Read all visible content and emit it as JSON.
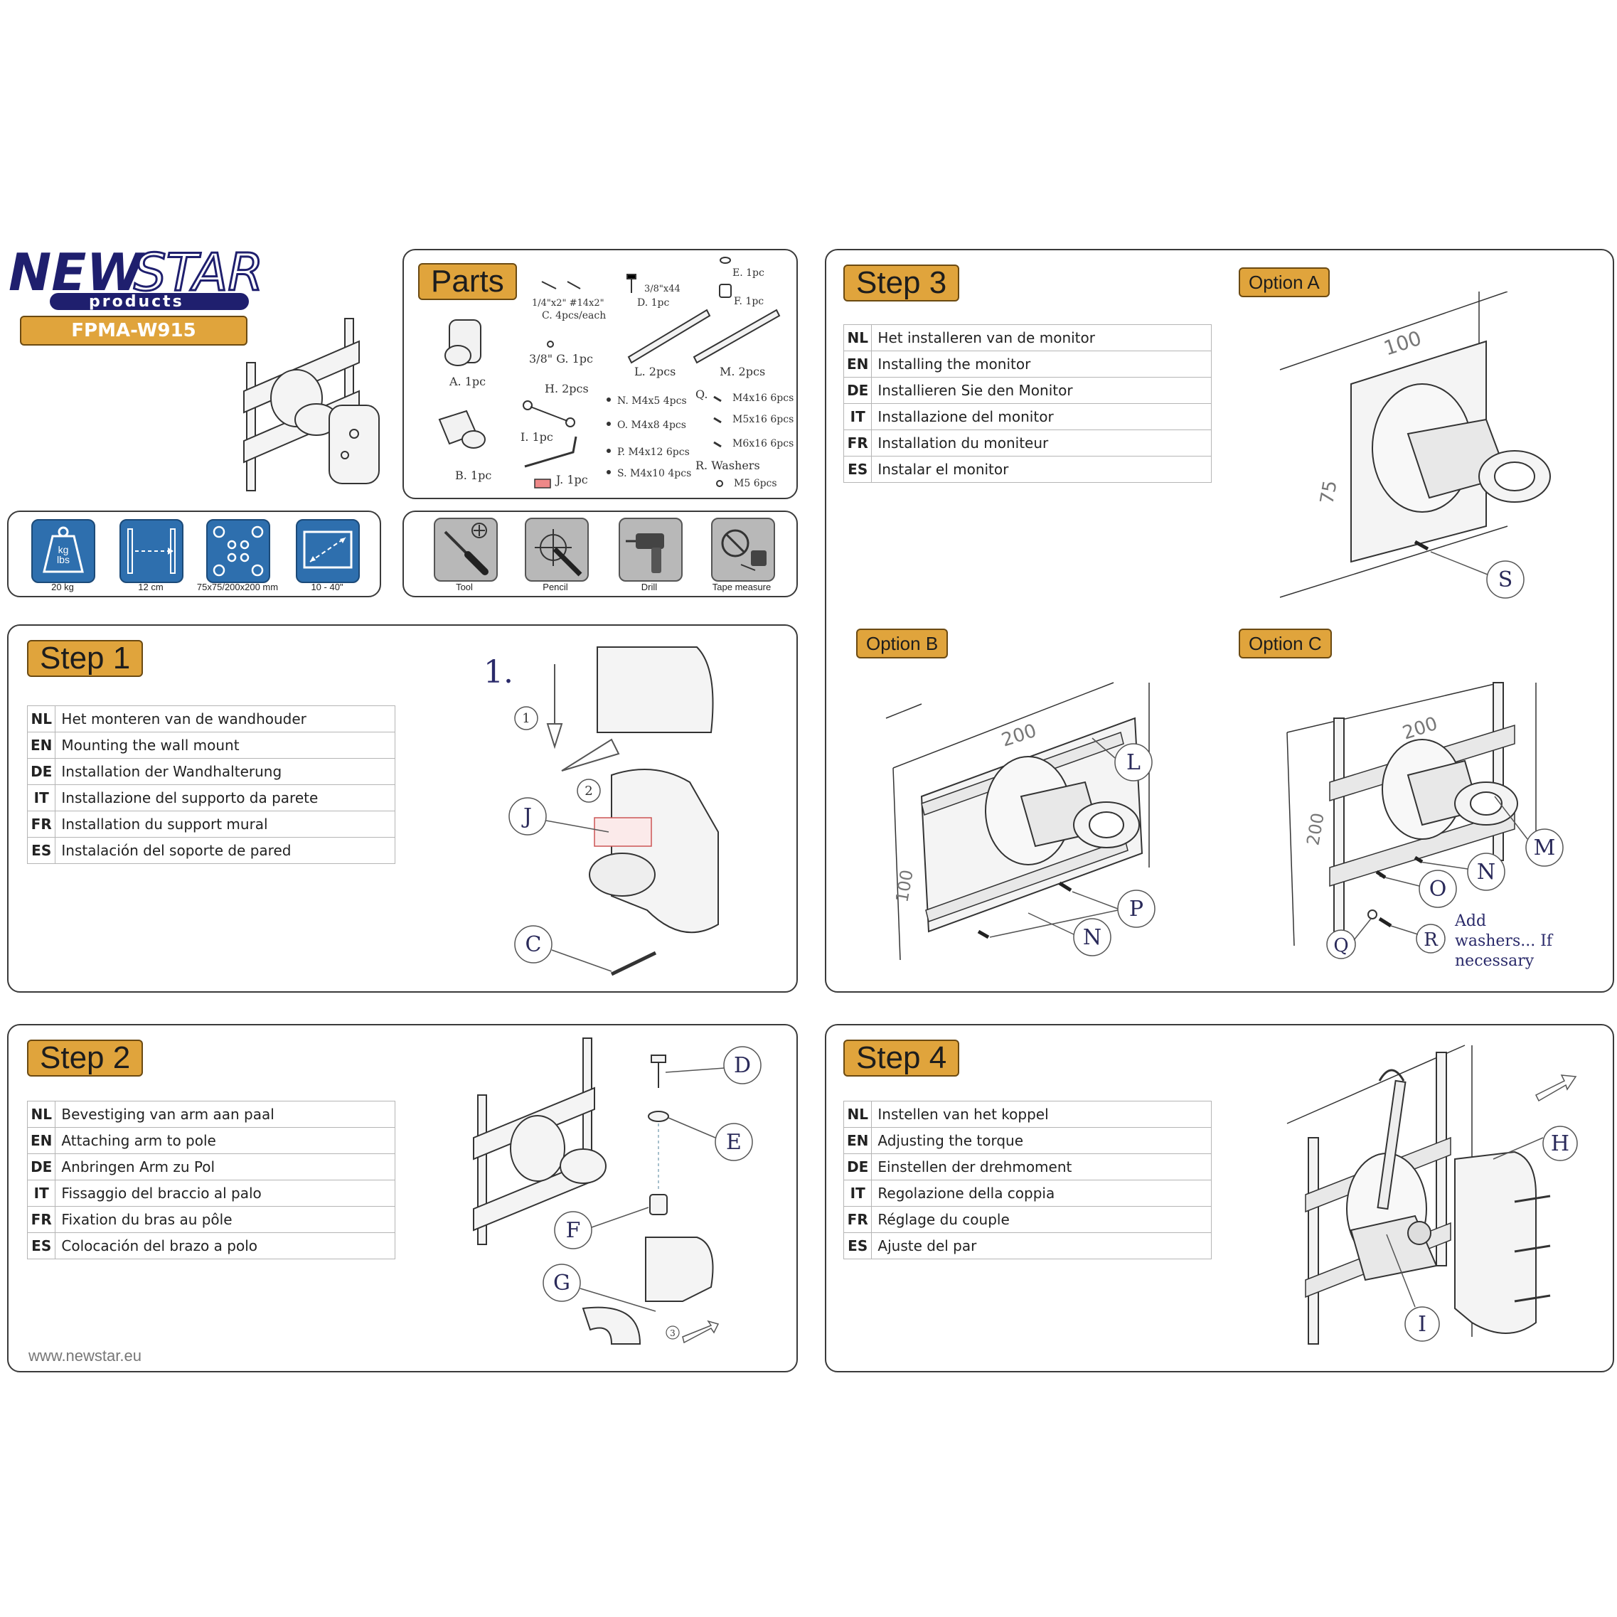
{
  "brand": {
    "logo_text_new": "NEW",
    "logo_text_star": "STAR",
    "logo_sub": "products",
    "model": "FPMA-W915",
    "website": "www.newstar.eu"
  },
  "specs": [
    {
      "label": "20 kg",
      "icon": "weight-icon",
      "icon_text": "kg lbs"
    },
    {
      "label": "12 cm",
      "icon": "distance-icon"
    },
    {
      "label": "75x75/200x200 mm",
      "icon": "vesa-holes-icon"
    },
    {
      "label": "10 - 40\"",
      "icon": "screen-size-icon"
    }
  ],
  "parts": {
    "title": "Parts",
    "items": {
      "a": "A. 1pc",
      "b": "B. 1pc",
      "c_sizes": "1/4\"x2\"  #14x2\"",
      "c": "C. 4pcs/each",
      "d_size": "3/8\"x44",
      "d": "D. 1pc",
      "e": "E. 1pc",
      "f": "F. 1pc",
      "g": "3/8\"  G. 1pc",
      "h": "H. 2pcs",
      "i": "I. 1pc",
      "j": "J. 1pc",
      "l": "L. 2pcs",
      "m": "M. 2pcs",
      "n": "N. M4x5   4pcs",
      "o": "O. M4x8   4pcs",
      "p": "P. M4x12  6pcs",
      "s": "S. M4x10  4pcs",
      "q_label": "Q.",
      "q1": "M4x16  6pcs",
      "q2": "M5x16  6pcs",
      "q3": "M6x16  6pcs",
      "r": "R. Washers",
      "r_size": "M5  6pcs"
    }
  },
  "tools": [
    {
      "label": "Tool",
      "icon": "screwdriver-icon"
    },
    {
      "label": "Pencil",
      "icon": "pencil-icon"
    },
    {
      "label": "Drill",
      "icon": "drill-icon"
    },
    {
      "label": "Tape measure",
      "icon": "tape-measure-icon"
    }
  ],
  "step1": {
    "title": "Step 1",
    "rows": [
      {
        "code": "NL",
        "text": "Het monteren van de wandhouder"
      },
      {
        "code": "EN",
        "text": "Mounting the wall mount"
      },
      {
        "code": "DE",
        "text": "Installation der Wandhalterung"
      },
      {
        "code": "IT",
        "text": "Installazione del supporto da parete"
      },
      {
        "code": "FR",
        "text": "Installation du support mural"
      },
      {
        "code": "ES",
        "text": "Instalación del soporte de pared"
      }
    ],
    "diagram": {
      "number": "1.",
      "c1": "1",
      "c2": "2",
      "j": "J",
      "c": "C"
    }
  },
  "step2": {
    "title": "Step 2",
    "rows": [
      {
        "code": "NL",
        "text": "Bevestiging van arm aan paal"
      },
      {
        "code": "EN",
        "text": "Attaching arm to pole"
      },
      {
        "code": "DE",
        "text": "Anbringen Arm zu Pol"
      },
      {
        "code": "IT",
        "text": "Fissaggio del braccio al palo"
      },
      {
        "code": "FR",
        "text": "Fixation du bras au pôle"
      },
      {
        "code": "ES",
        "text": "Colocación del brazo a polo"
      }
    ],
    "diagram": {
      "d": "D",
      "e": "E",
      "f": "F",
      "g": "G",
      "c3": "3"
    }
  },
  "step3": {
    "title": "Step 3",
    "rows": [
      {
        "code": "NL",
        "text": "Het installeren van de monitor"
      },
      {
        "code": "EN",
        "text": "Installing the monitor"
      },
      {
        "code": "DE",
        "text": "Installieren Sie den Monitor"
      },
      {
        "code": "IT",
        "text": "Installazione del monitor"
      },
      {
        "code": "FR",
        "text": "Installation du moniteur"
      },
      {
        "code": "ES",
        "text": "Instalar el monitor"
      }
    ],
    "option_a": {
      "title": "Option A",
      "dim1": "100",
      "dim2": "75",
      "s": "S"
    },
    "option_b": {
      "title": "Option B",
      "dim1": "200",
      "dim2": "100",
      "l": "L",
      "p": "P",
      "n": "N"
    },
    "option_c": {
      "title": "Option C",
      "dim1": "200",
      "dim2": "200",
      "m": "M",
      "n": "N",
      "o": "O",
      "q": "Q",
      "r": "R",
      "note1": "Add",
      "note2": "washers... If",
      "note3": "necessary"
    }
  },
  "step4": {
    "title": "Step 4",
    "rows": [
      {
        "code": "NL",
        "text": "Instellen van het koppel"
      },
      {
        "code": "EN",
        "text": "Adjusting the torque"
      },
      {
        "code": "DE",
        "text": "Einstellen der drehmoment"
      },
      {
        "code": "IT",
        "text": "Regolazione della coppia"
      },
      {
        "code": "FR",
        "text": "Réglage du couple"
      },
      {
        "code": "ES",
        "text": "Ajuste del par"
      }
    ],
    "diagram": {
      "h": "H",
      "i": "I"
    }
  },
  "colors": {
    "accent": "#e0a43c",
    "spec_blue": "#2e6fae",
    "brand_navy": "#1f1f6e",
    "tool_gray": "#b8b8b8"
  }
}
